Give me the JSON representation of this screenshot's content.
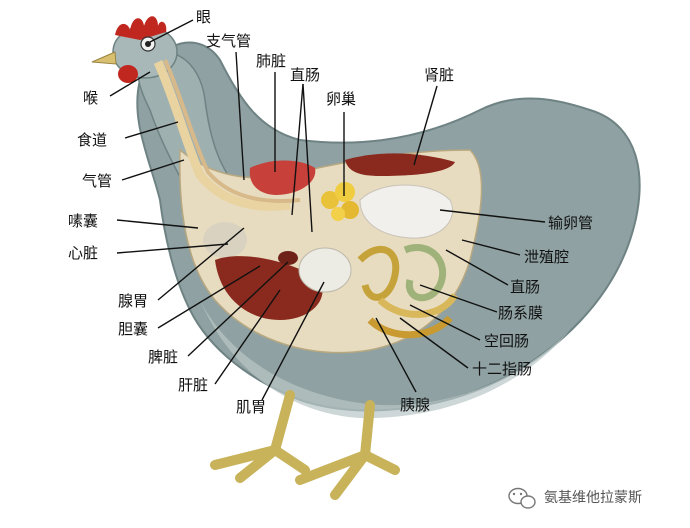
{
  "diagram": {
    "labels": {
      "eye": "眼",
      "bronchus": "支气管",
      "lung": "肺脏",
      "rectum_top": "直肠",
      "ovary": "卵巢",
      "kidney": "肾脏",
      "larynx": "喉",
      "esophagus": "食道",
      "trachea": "气管",
      "crop": "嗉囊",
      "heart": "心脏",
      "oviduct": "输卵管",
      "cloaca": "泄殖腔",
      "rectum_right": "直肠",
      "mesentery": "肠系膜",
      "jejunum_ileum": "空回肠",
      "duodenum": "十二指肠",
      "proventriculus": "腺胃",
      "gallbladder": "胆囊",
      "spleen": "脾脏",
      "liver": "肝脏",
      "gizzard": "肌胃",
      "pancreas": "胰腺"
    },
    "colors": {
      "body": "#8fa1a2",
      "cavity": "#e8dcc0",
      "liver": "#8a2a1e",
      "lung": "#c8403a",
      "comb": "#c0281f",
      "legs": "#c8b25a"
    }
  },
  "watermark": {
    "text": "氨基维他拉蒙斯",
    "icon": "wechat-icon"
  }
}
